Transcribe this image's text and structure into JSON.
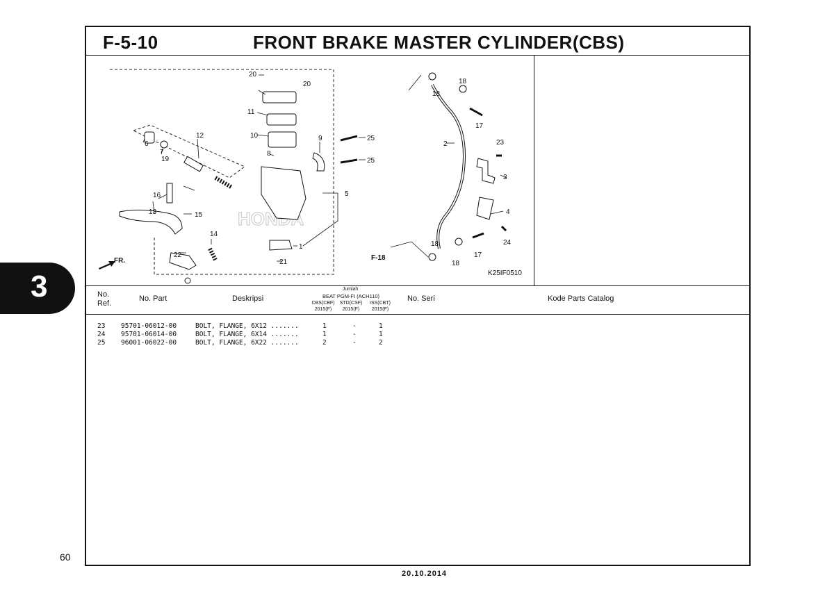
{
  "section": {
    "code": "F-5-10",
    "title": "FRONT BRAKE MASTER CYLINDER(CBS)"
  },
  "chapter_tab": "3",
  "page_number": "60",
  "footer_date": "20.10.2014",
  "diagram": {
    "code": "K25IF0510",
    "ref_figure": "F-18",
    "direction": "FR.",
    "watermark": "HONDA",
    "callouts": [
      "1",
      "2",
      "3",
      "4",
      "5",
      "6",
      "7",
      "8",
      "9",
      "10",
      "11",
      "12",
      "13",
      "14",
      "15",
      "16",
      "17",
      "17",
      "18",
      "18",
      "18",
      "18",
      "19",
      "20",
      "20",
      "21",
      "22",
      "23",
      "24",
      "25",
      "25"
    ]
  },
  "table": {
    "headers": {
      "no_ref_1": "No.",
      "no_ref_2": "Ref.",
      "no_part": "No. Part",
      "deskripsi": "Deskripsi",
      "jumlah": "Jumlah",
      "model": "BEAT PGM-FI (ACH110)",
      "variant_1": "CBS(CBF)",
      "variant_2": "STD(CSF)",
      "variant_3": "ISS(CBT)",
      "year_1": "2015(F)",
      "year_2": "2015(F)",
      "year_3": "2015(F)",
      "no_seri": "No. Seri",
      "kode": "Kode Parts Catalog"
    },
    "rows": [
      {
        "ref": "23",
        "part": "95701-06012-00",
        "desc": "BOLT, FLANGE, 6X12 .......",
        "q1": "1",
        "q2": "-",
        "q3": "1"
      },
      {
        "ref": "24",
        "part": "95701-06014-00",
        "desc": "BOLT, FLANGE, 6X14 .......",
        "q1": "1",
        "q2": "-",
        "q3": "1"
      },
      {
        "ref": "25",
        "part": "96001-06022-00",
        "desc": "BOLT, FLANGE, 6X22 .......",
        "q1": "2",
        "q2": "-",
        "q3": "2"
      }
    ]
  }
}
